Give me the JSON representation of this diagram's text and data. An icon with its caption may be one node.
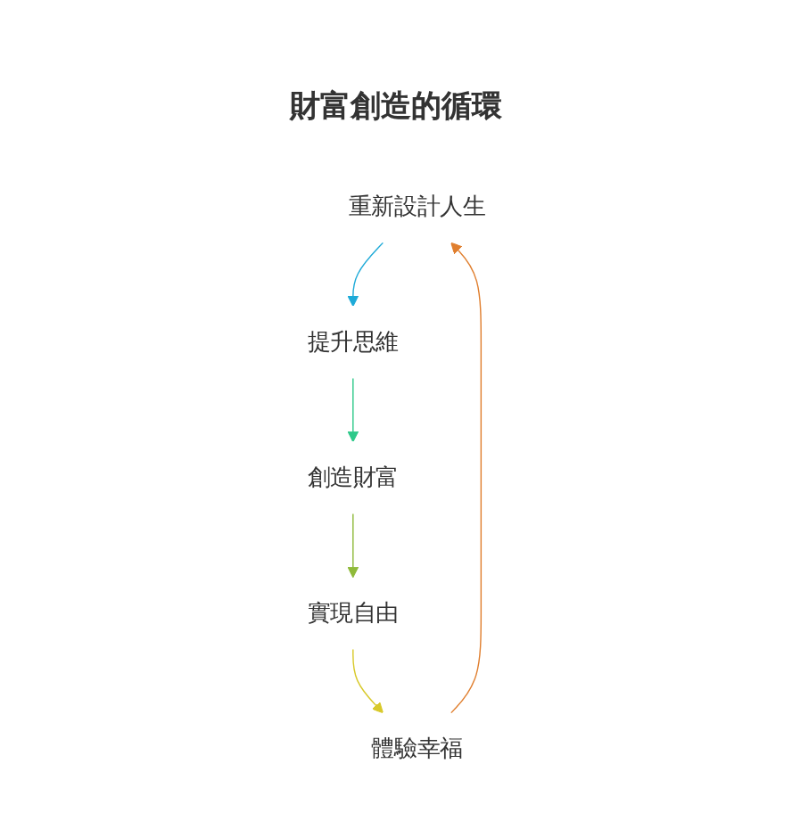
{
  "diagram": {
    "title": "財富創造的循環",
    "nodes": [
      {
        "text": [
          "重新設計人生"
        ]
      },
      {
        "text": [
          "提升思維"
        ]
      },
      {
        "text": [
          "創造財富"
        ]
      },
      {
        "text": [
          "實現自由"
        ]
      },
      {
        "text": [
          "體驗幸福"
        ]
      }
    ],
    "edges": [
      {
        "from": 0,
        "to": 1,
        "arrow": "to",
        "color": "#1eaad8"
      },
      {
        "from": 1,
        "to": 2,
        "arrow": "to",
        "color": "#2ec98a"
      },
      {
        "from": 2,
        "to": 3,
        "arrow": "to",
        "color": "#8fba3a"
      },
      {
        "from": 3,
        "to": 4,
        "arrow": "to",
        "color": "#d8c92a"
      },
      {
        "from": 4,
        "to": 0,
        "arrow": "to",
        "color": "#e07f2f"
      }
    ]
  }
}
